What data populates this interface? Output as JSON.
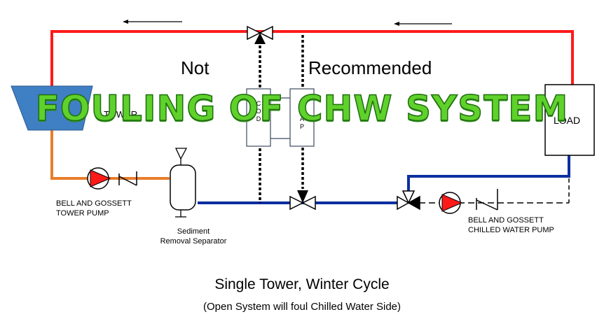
{
  "labels": {
    "not": "Not",
    "recommended": "Recommended",
    "tower": "TOWER",
    "load": "LOAD",
    "cond_letters": [
      "C",
      "O",
      "D"
    ],
    "evap_letters": [
      "E",
      "V",
      "A",
      "P"
    ],
    "tower_pump": [
      "BELL AND GOSSETT",
      "TOWER PUMP"
    ],
    "chw_pump": [
      "BELL AND GOSSETT",
      "CHILLED WATER PUMP"
    ],
    "separator": [
      "Sediment",
      "Removal Separator"
    ]
  },
  "banner": "FOULING OF CHW SYSTEM",
  "caption": {
    "title": "Single Tower, Winter Cycle",
    "subtitle": "(Open System will foul Chilled Water Side)"
  },
  "colors": {
    "supply_line": "#ff1a1a",
    "return_line": "#0b2fa0",
    "tower_line": "#e87d2b",
    "tower_fill": "#3f7fc4",
    "pump_fill": "#ff1a1a",
    "banner_fill": "#5fd12b"
  }
}
